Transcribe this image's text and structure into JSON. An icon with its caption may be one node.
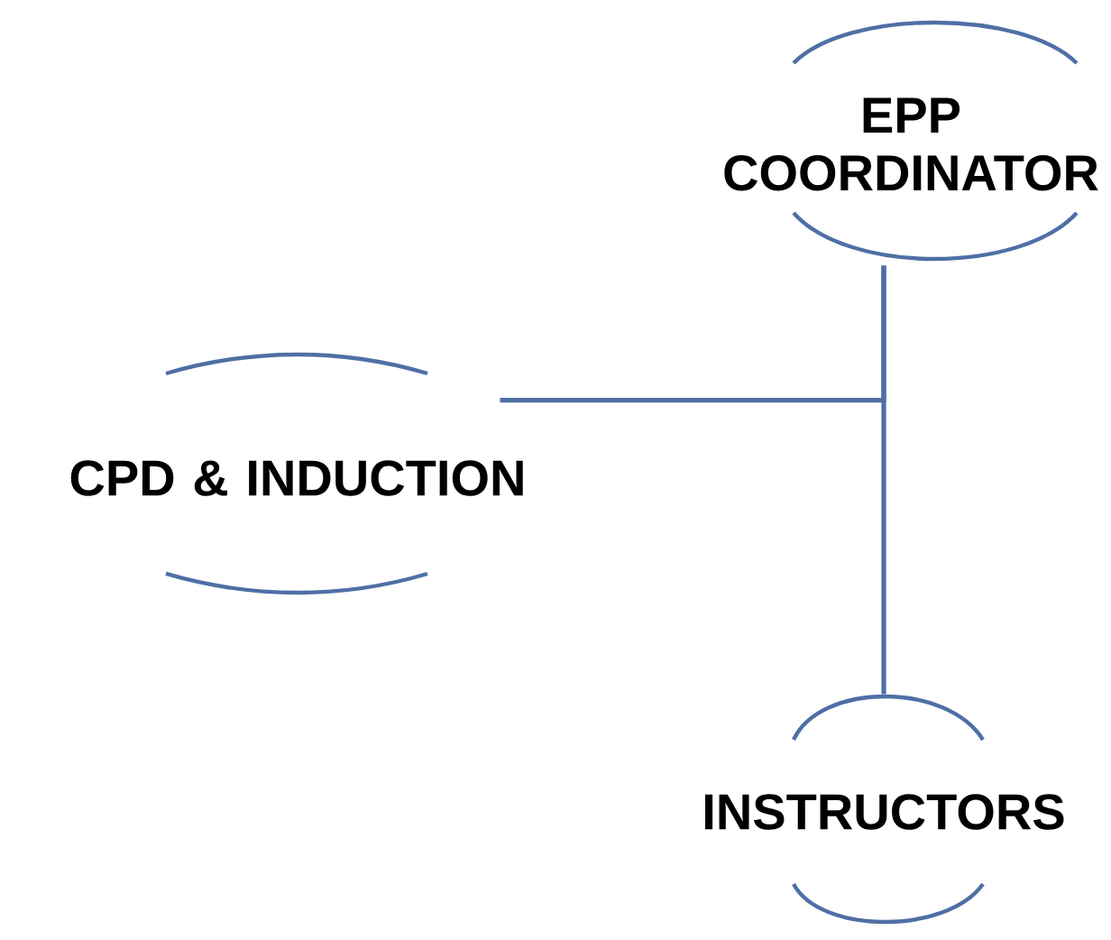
{
  "diagram": {
    "nodes": [
      {
        "text": [
          "EPP COORDINATOR"
        ]
      },
      {
        "text": [
          "CPD & INDUCTION"
        ]
      },
      {
        "text": [
          "INSTRUCTORS"
        ]
      }
    ],
    "edges": [
      {
        "from": 0,
        "to": 2,
        "arrow": "none"
      },
      {
        "from": 0,
        "to": 1,
        "arrow": "none"
      }
    ]
  }
}
